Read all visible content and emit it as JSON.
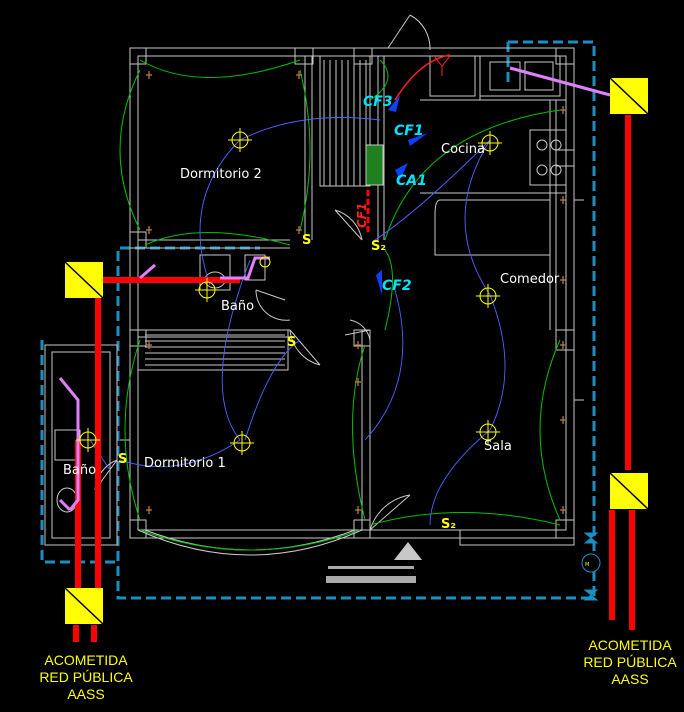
{
  "rooms": {
    "dormitorio2": "Dormitorio 2",
    "dormitorio1": "Dormitorio 1",
    "bano_top": "Baño",
    "bano_left": "Baño",
    "cocina": "Cocina",
    "comedor": "Comedor",
    "sala": "Sala"
  },
  "fixtures": {
    "cf3": "CF3",
    "cf1": "CF1",
    "ca1": "CA1",
    "cf2": "CF2",
    "cf1_vertical": "CF1"
  },
  "switches": {
    "s_dorm2": "S",
    "s2_hall": "S₂",
    "s_bano": "S",
    "s_dorm1": "S",
    "s2_sala": "S₂"
  },
  "acometida_left": [
    "ACOMETIDA",
    "RED PÚBLICA",
    "AASS"
  ],
  "acometida_right": [
    "ACOMETIDA",
    "RED PÚBLICA",
    "AASS"
  ],
  "colors": {
    "background": "#000000",
    "walls": "#c8c8c8",
    "lighting_wire": "#00c000",
    "switch_wire": "#5060ff",
    "water_pipe": "#ff0000",
    "drain_pipe": "#e080ff",
    "boundary": "#1a8fc0",
    "label": "#ffffff",
    "fixture_label": "#00e5ff",
    "switch_label": "#ffff00",
    "acometida_box": "#ffff00"
  },
  "icons": [
    "light-fixture-icon",
    "door-swing-icon",
    "meter-box-icon",
    "stair-icon",
    "north-arrow-icon"
  ]
}
